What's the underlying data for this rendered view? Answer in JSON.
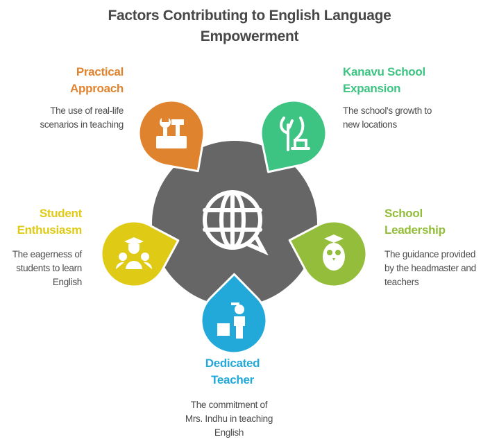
{
  "title": {
    "line1": "Factors Contributing to English Language",
    "line2": "Empowerment"
  },
  "center": {
    "icon": "globe-speech-icon",
    "color": "#666666"
  },
  "factors": [
    {
      "id": "practical",
      "title1": "Practical",
      "title2": "Approach",
      "desc": [
        "The use of real-life",
        "scenarios in teaching"
      ],
      "color": "#E0832F",
      "icon": "tools-icon"
    },
    {
      "id": "kanavu",
      "title1": "Kanavu School",
      "title2": "Expansion",
      "desc": [
        "The school's growth to",
        "new locations"
      ],
      "color": "#3DC483",
      "icon": "tree-growth-icon"
    },
    {
      "id": "student",
      "title1": "Student",
      "title2": "Enthusiasm",
      "desc": [
        "The eagerness of",
        "students to learn",
        "English"
      ],
      "color": "#DFCA16",
      "icon": "graduate-group-icon"
    },
    {
      "id": "leadership",
      "title1": "School",
      "title2": "Leadership",
      "desc": [
        "The guidance provided",
        "by the headmaster and",
        "teachers"
      ],
      "color": "#93BD3A",
      "icon": "owl-graduate-icon"
    },
    {
      "id": "teacher",
      "title1": "Dedicated",
      "title2": "Teacher",
      "desc": [
        "The commitment of",
        "Mrs. Indhu in teaching",
        "English"
      ],
      "color": "#22A9DA",
      "icon": "teacher-icon"
    }
  ]
}
